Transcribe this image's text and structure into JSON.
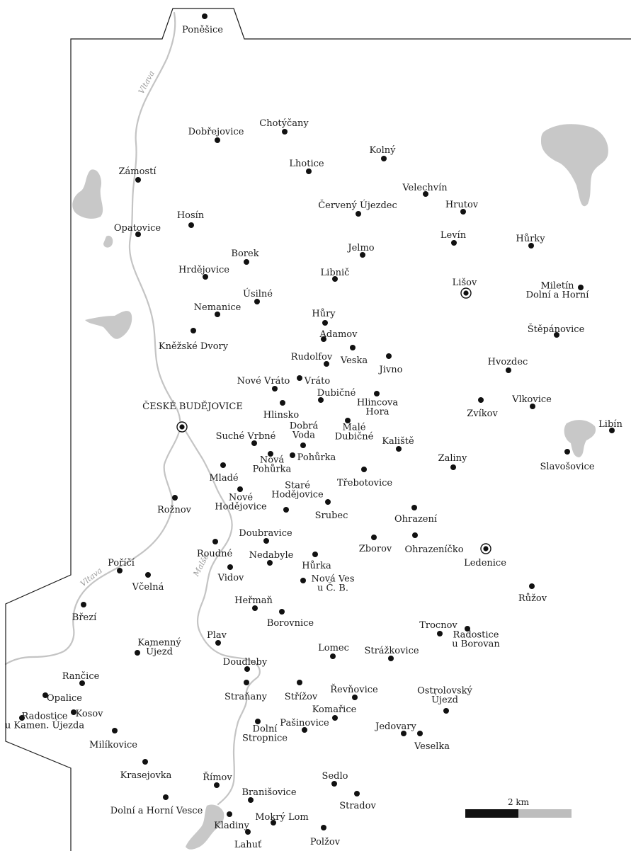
{
  "colors": {
    "water": "#c8c8c8",
    "river": "#c4c4c4",
    "boundary": "#1a1a1a",
    "dot": "#111111",
    "text": "#1a1a1a",
    "scale_dark": "#111111",
    "scale_light": "#bdbdbd"
  },
  "scale_bar": {
    "label": "2 km"
  },
  "rivers": [
    {
      "id": "vltava-north",
      "label": "Vltava"
    },
    {
      "id": "vltava-south",
      "label": "Vltava"
    },
    {
      "id": "malse",
      "label": "Malše"
    }
  ],
  "places": [
    {
      "id": "poncesice",
      "name": "Poněšice",
      "type": "village"
    },
    {
      "id": "dobrejovice",
      "name": "Dobřejovice",
      "type": "village"
    },
    {
      "id": "chotycany",
      "name": "Chotýčany",
      "type": "village"
    },
    {
      "id": "kolny",
      "name": "Kolný",
      "type": "village"
    },
    {
      "id": "zamosti",
      "name": "Zámostí",
      "type": "village"
    },
    {
      "id": "lhotice",
      "name": "Lhotice",
      "type": "village"
    },
    {
      "id": "velechvin",
      "name": "Velechvín",
      "type": "village"
    },
    {
      "id": "hrutov",
      "name": "Hrutov",
      "type": "village"
    },
    {
      "id": "cerveny-ujezdec",
      "name": "Červený Újezdec",
      "type": "village"
    },
    {
      "id": "hosin",
      "name": "Hosín",
      "type": "village"
    },
    {
      "id": "opatovice",
      "name": "Opatovice",
      "type": "village"
    },
    {
      "id": "levin",
      "name": "Levín",
      "type": "village"
    },
    {
      "id": "hurky",
      "name": "Hůrky",
      "type": "village"
    },
    {
      "id": "jelmo",
      "name": "Jelmo",
      "type": "village"
    },
    {
      "id": "borek",
      "name": "Borek",
      "type": "village"
    },
    {
      "id": "hrdejovice",
      "name": "Hrdějovice",
      "type": "village"
    },
    {
      "id": "libnic",
      "name": "Libnič",
      "type": "village"
    },
    {
      "id": "lisov",
      "name": "Lišov",
      "type": "town"
    },
    {
      "id": "miletin",
      "name": [
        "Miletín",
        "Dolní a Horní"
      ],
      "type": "village"
    },
    {
      "id": "usilne",
      "name": "Úsilné",
      "type": "village"
    },
    {
      "id": "nemanice",
      "name": "Nemanice",
      "type": "village"
    },
    {
      "id": "hury",
      "name": "Hůry",
      "type": "village"
    },
    {
      "id": "adamov",
      "name": "Adamov",
      "type": "village"
    },
    {
      "id": "stepanovice",
      "name": "Štěpánovice",
      "type": "village"
    },
    {
      "id": "knezske-dvory",
      "name": "Kněžské Dvory",
      "type": "village"
    },
    {
      "id": "veska",
      "name": "Veska",
      "type": "village"
    },
    {
      "id": "rudolfov",
      "name": "Rudolfov",
      "type": "village"
    },
    {
      "id": "jivno",
      "name": "Jivno",
      "type": "village"
    },
    {
      "id": "hvozdec",
      "name": "Hvozdec",
      "type": "village"
    },
    {
      "id": "nove-vrato",
      "name": "Nové Vráto",
      "type": "village"
    },
    {
      "id": "vrato",
      "name": "Vráto",
      "type": "village"
    },
    {
      "id": "dubicne",
      "name": "Dubičné",
      "type": "village"
    },
    {
      "id": "hlincova-hora",
      "name": [
        "Hlincova",
        "Hora"
      ],
      "type": "village"
    },
    {
      "id": "vlkovice",
      "name": "Vlkovice",
      "type": "village"
    },
    {
      "id": "ceske-budejovice",
      "name": "ČESKÉ BUDĚJOVICE",
      "type": "town"
    },
    {
      "id": "hlinsko",
      "name": "Hlinsko",
      "type": "village"
    },
    {
      "id": "zvikov",
      "name": "Zvíkov",
      "type": "village"
    },
    {
      "id": "libin",
      "name": "Libín",
      "type": "village"
    },
    {
      "id": "dobra-voda",
      "name": [
        "Dobrá",
        "Voda"
      ],
      "type": "village"
    },
    {
      "id": "male-dubicne",
      "name": [
        "Malé",
        "Dubičné"
      ],
      "type": "village"
    },
    {
      "id": "suche-vrbne",
      "name": "Suché Vrbné",
      "type": "village"
    },
    {
      "id": "kaliste",
      "name": "Kaliště",
      "type": "village"
    },
    {
      "id": "nova-pohurka",
      "name": [
        "Nová",
        "Pohůrka"
      ],
      "type": "village"
    },
    {
      "id": "pohurka",
      "name": "Pohůrka",
      "type": "village"
    },
    {
      "id": "slavosovice",
      "name": "Slavošovice",
      "type": "village"
    },
    {
      "id": "mlade",
      "name": "Mladé",
      "type": "village"
    },
    {
      "id": "zaliny",
      "name": "Zaliny",
      "type": "village"
    },
    {
      "id": "trebotovice",
      "name": "Třebotovice",
      "type": "village"
    },
    {
      "id": "stare-hodejovice",
      "name": [
        "Staré",
        "Hodějovice"
      ],
      "type": "village"
    },
    {
      "id": "nove-hodejovice",
      "name": [
        "Nové",
        "Hodějovice"
      ],
      "type": "village"
    },
    {
      "id": "roznov",
      "name": "Rožnov",
      "type": "village"
    },
    {
      "id": "srubec",
      "name": "Srubec",
      "type": "village"
    },
    {
      "id": "ohrazeni",
      "name": "Ohrazení",
      "type": "village"
    },
    {
      "id": "doubravice",
      "name": "Doubravice",
      "type": "village"
    },
    {
      "id": "roudne",
      "name": "Roudné",
      "type": "village"
    },
    {
      "id": "zborov",
      "name": "Zborov",
      "type": "village"
    },
    {
      "id": "ohrazenicko",
      "name": "Ohrazeníčko",
      "type": "village"
    },
    {
      "id": "ledenice",
      "name": "Ledenice",
      "type": "town"
    },
    {
      "id": "nedabyle",
      "name": "Nedabyle",
      "type": "village"
    },
    {
      "id": "hurka",
      "name": "Hůrka",
      "type": "village"
    },
    {
      "id": "porici",
      "name": "Poříčí",
      "type": "village"
    },
    {
      "id": "vidov",
      "name": "Vidov",
      "type": "village"
    },
    {
      "id": "vcelna",
      "name": "Včelná",
      "type": "village"
    },
    {
      "id": "nova-ves",
      "name": [
        "Nová Ves",
        "u Č. B."
      ],
      "type": "village"
    },
    {
      "id": "ruzov",
      "name": "Růžov",
      "type": "village"
    },
    {
      "id": "herman",
      "name": "Heřmaň",
      "type": "village"
    },
    {
      "id": "borovnice",
      "name": "Borovnice",
      "type": "village"
    },
    {
      "id": "brezi",
      "name": "Březí",
      "type": "village"
    },
    {
      "id": "trocnov",
      "name": "Trocnov",
      "type": "village"
    },
    {
      "id": "radostice-borovan",
      "name": [
        "Radostice",
        "u Borovan"
      ],
      "type": "village"
    },
    {
      "id": "plav",
      "name": "Plav",
      "type": "village"
    },
    {
      "id": "kamenny-ujezd",
      "name": [
        "Kamenný",
        "Újezd"
      ],
      "type": "village"
    },
    {
      "id": "lomec",
      "name": "Lomec",
      "type": "village"
    },
    {
      "id": "strazkovice",
      "name": "Strážkovice",
      "type": "village"
    },
    {
      "id": "doudleby",
      "name": "Doudleby",
      "type": "village"
    },
    {
      "id": "rancice",
      "name": "Rančice",
      "type": "village"
    },
    {
      "id": "stranany",
      "name": "Straňany",
      "type": "village"
    },
    {
      "id": "strizov",
      "name": "Střížov",
      "type": "village"
    },
    {
      "id": "revnovice",
      "name": "Řevňovice",
      "type": "village"
    },
    {
      "id": "ostrolovsky-ujezd",
      "name": [
        "Ostrolovský",
        "Újezd"
      ],
      "type": "village"
    },
    {
      "id": "opalice",
      "name": "Opalice",
      "type": "village"
    },
    {
      "id": "kosov",
      "name": "Kosov",
      "type": "village"
    },
    {
      "id": "radostice-kamen",
      "name": [
        "Radostice",
        "u Kamen. Újezda"
      ],
      "type": "village"
    },
    {
      "id": "komarice",
      "name": "Komařice",
      "type": "village"
    },
    {
      "id": "pasinovice",
      "name": "Pašinovice",
      "type": "village"
    },
    {
      "id": "jedovary",
      "name": "Jedovary",
      "type": "village"
    },
    {
      "id": "milikovice",
      "name": "Milíkovice",
      "type": "village"
    },
    {
      "id": "dolni-stropnice",
      "name": [
        "Dolní",
        "Stropnice"
      ],
      "type": "village"
    },
    {
      "id": "veselka",
      "name": "Veselka",
      "type": "village"
    },
    {
      "id": "krasejovka",
      "name": "Krasejovka",
      "type": "village"
    },
    {
      "id": "sedlo",
      "name": "Sedlo",
      "type": "village"
    },
    {
      "id": "rimov",
      "name": "Římov",
      "type": "village"
    },
    {
      "id": "branisovice",
      "name": "Branišovice",
      "type": "village"
    },
    {
      "id": "stradov",
      "name": "Stradov",
      "type": "village"
    },
    {
      "id": "dolni-horni-vesce",
      "name": "Dolní a Horní Vesce",
      "type": "village"
    },
    {
      "id": "mokry-lom",
      "name": "Mokrý Lom",
      "type": "village"
    },
    {
      "id": "kladiny",
      "name": "Kladiny",
      "type": "village"
    },
    {
      "id": "polzov",
      "name": "Polžov",
      "type": "village"
    },
    {
      "id": "lahut",
      "name": "Lahuť",
      "type": "village"
    }
  ]
}
